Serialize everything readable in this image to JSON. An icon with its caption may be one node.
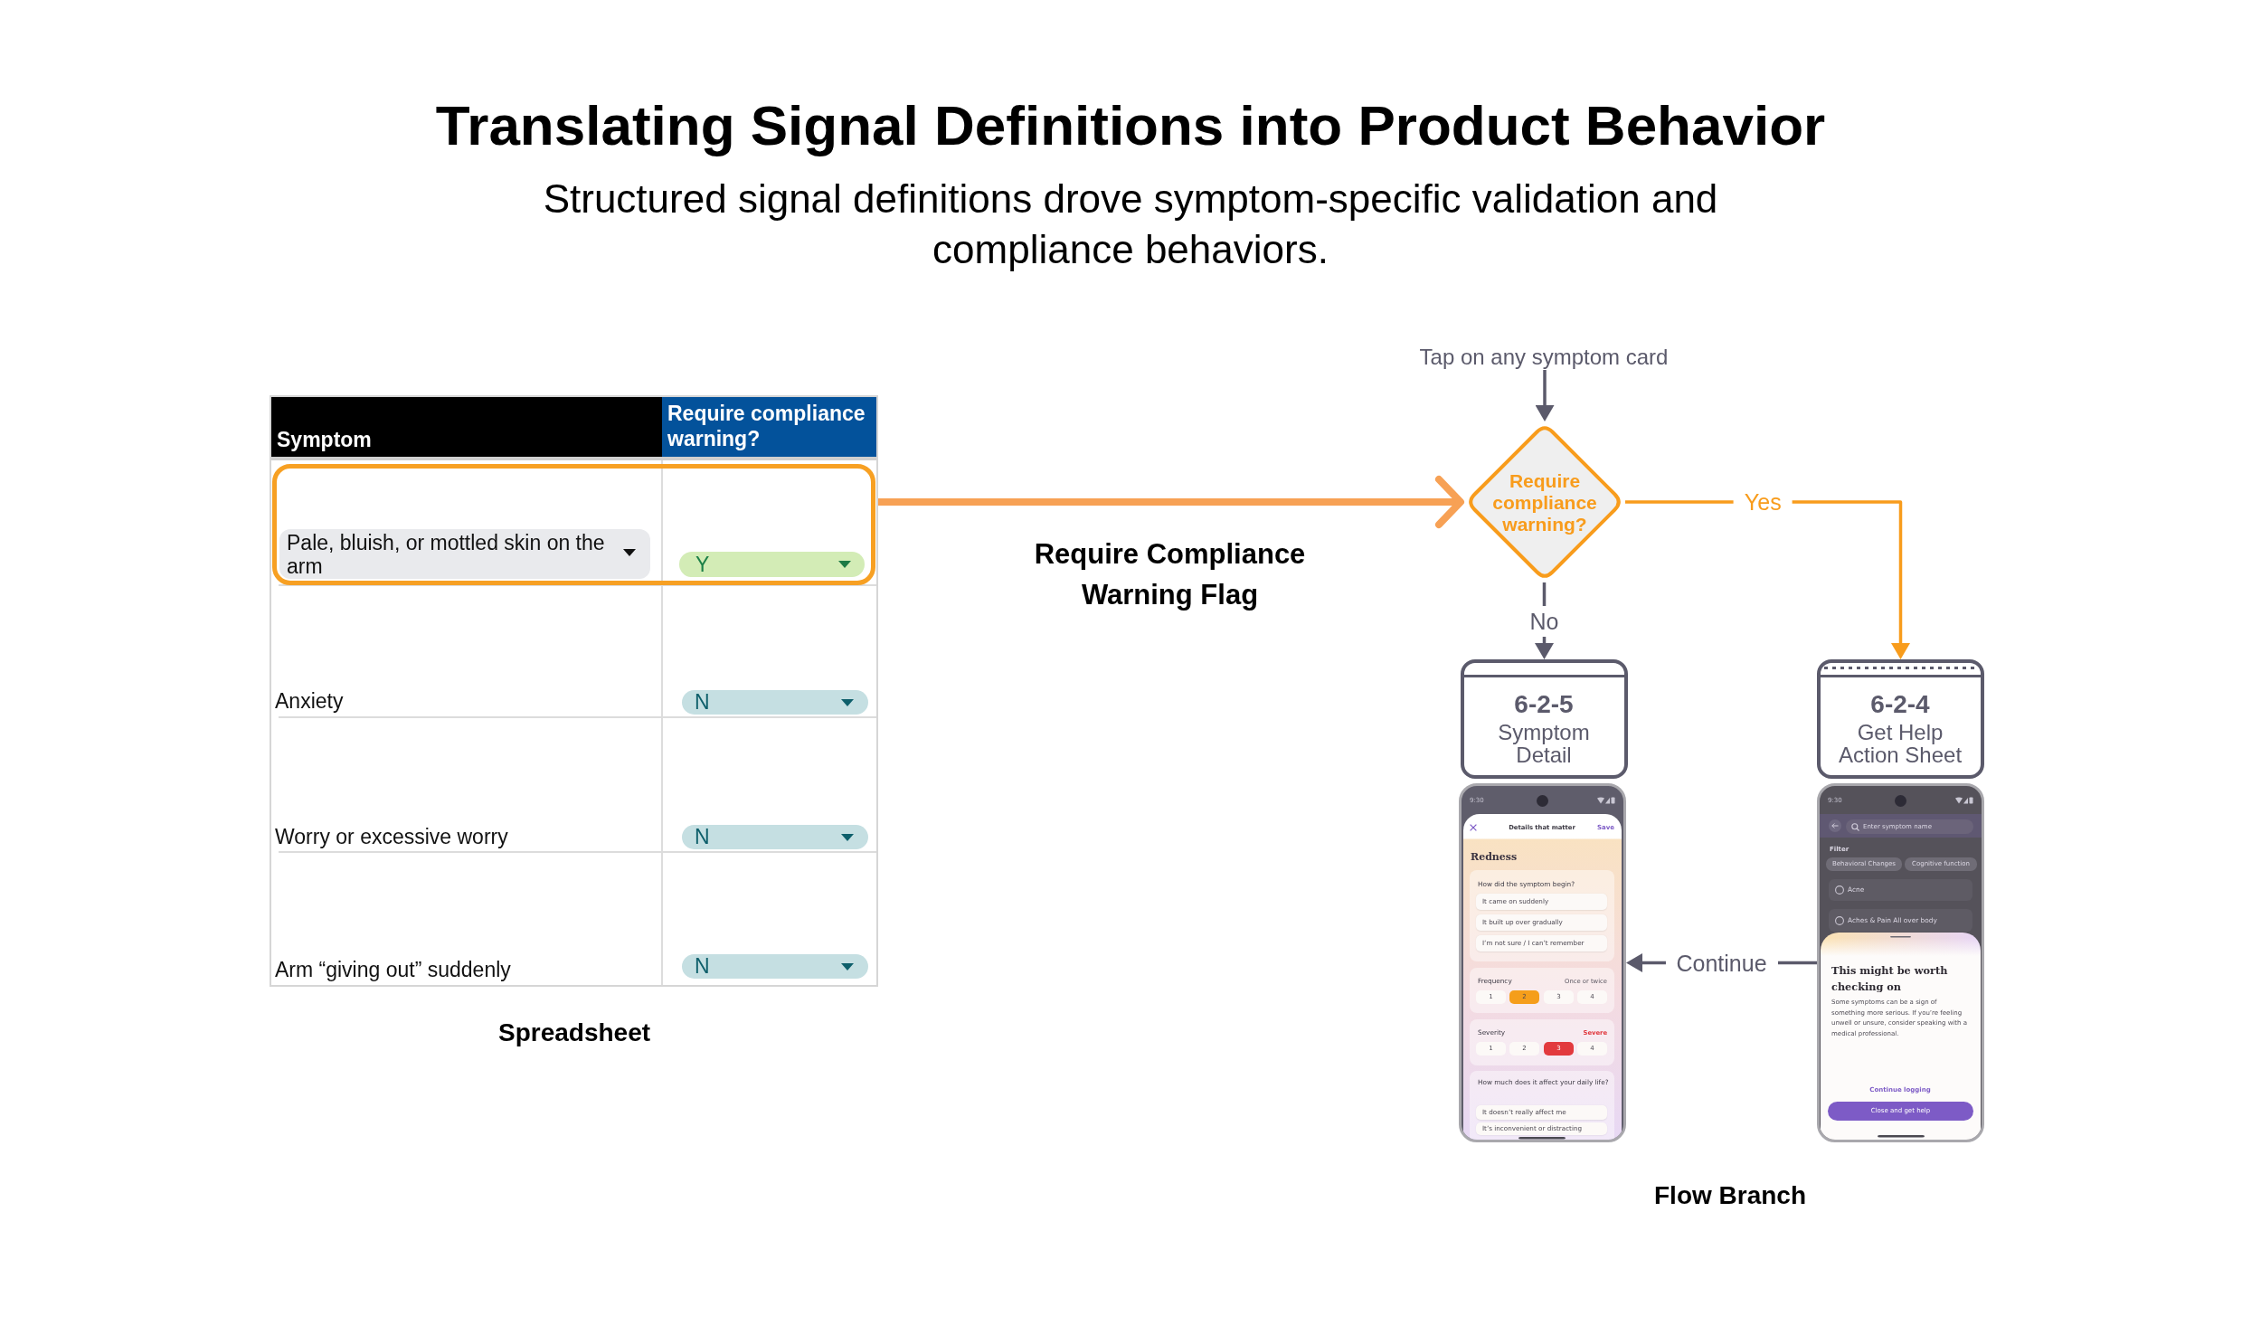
{
  "diagram": {
    "title": "Translating Signal Definitions into Product Behavior",
    "nodes": [
      {
        "text": [
          "Symptom",
          "Require compliance warning?",
          "Anxiety",
          "N",
          "Worry or excessive worry",
          "N",
          "Arm “giving out” suddenly",
          "N"
        ],
        "beside": [
          "Spreadsheet"
        ]
      },
      {
        "text": [
          "Pale, bluish, or mottled skin on the arm",
          "Y"
        ],
        "in": 0
      },
      {
        "text": [
          "Tap on any symptom card"
        ]
      },
      {
        "text": [
          "Require compliance warning?"
        ]
      },
      {
        "text": [
          "6-2-5",
          "Symptom Detail"
        ]
      },
      {
        "text": [
          "6-2-4",
          "Get Help Action Sheet"
        ]
      },
      {
        "text": [
          "9:30",
          "Details that matter",
          "Save",
          "Redness",
          "How did the symptom begin?",
          "It came on suddenly",
          "It built up over gradually",
          "I’m not sure / I can’t remember",
          "Frequency",
          "Once or twice",
          "1",
          "2",
          "3",
          "4",
          "Severity",
          "Severe",
          "1",
          "2",
          "3",
          "4",
          "How much does it affect your daily life?",
          "It doesn’t really affect me",
          "It’s inconvenient or distracting"
        ]
      },
      {
        "text": [
          "9:30",
          "Enter symptom name",
          "Filter",
          "Behavioral Changes",
          "Cognitive function",
          "Acne",
          "Aches & Pain All over body",
          "This might be worth checking on",
          "Some symptoms can be a sign of something more serious. If you’re feeling unwell or unsure, consider speaking with a medical professional.",
          "Continue logging",
          "Close and get help"
        ]
      }
    ],
    "edges": [
      {
        "from": 1,
        "to": 3,
        "arrow": "to",
        "label": "Require Compliance Warning Flag",
        "style": "thick",
        "color": "#f7a155"
      },
      {
        "from": 2,
        "to": 3,
        "arrow": "to"
      },
      {
        "from": 3,
        "to": 4,
        "arrow": "to",
        "label": "No"
      },
      {
        "from": 3,
        "to": 5,
        "arrow": "to",
        "label": "Yes",
        "color": "#f89c1c"
      },
      {
        "from": 7,
        "to": 6,
        "arrow": "to",
        "label": "Continue"
      }
    ],
    "labels": [
      "Structured signal definitions drove symptom-specific validation and compliance behaviors.",
      "Flow Branch"
    ]
  }
}
